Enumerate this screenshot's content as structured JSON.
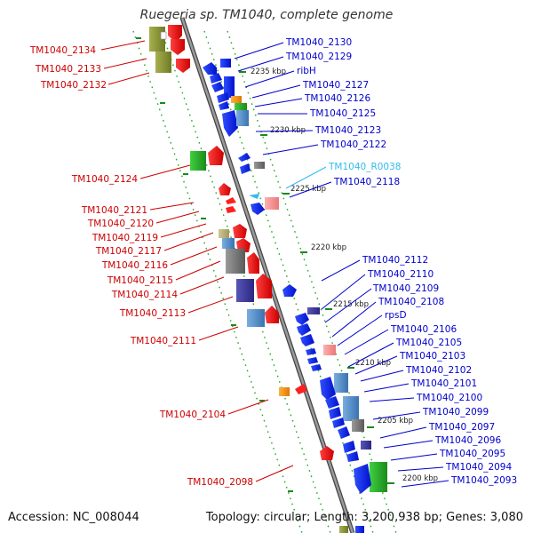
{
  "title": "Ruegeria sp. TM1040, complete genome",
  "footer": {
    "accession": "Accession: NC_008044",
    "topology": "Topology: circular; Length: 3,200,938 bp; Genes: 3,080"
  },
  "ticks": [
    "2235 kbp",
    "2230 kbp",
    "2225 kbp",
    "2220 kbp",
    "2215 kbp",
    "2210 kbp",
    "2205 kbp",
    "2200 kbp"
  ],
  "labels_left": [
    "TM1040_2134",
    "TM1040_2133",
    "TM1040_2132",
    "TM1040_2124",
    "TM1040_2121",
    "TM1040_2120",
    "TM1040_2119",
    "TM1040_2117",
    "TM1040_2116",
    "TM1040_2115",
    "TM1040_2114",
    "TM1040_2113",
    "TM1040_2111",
    "TM1040_2104",
    "TM1040_2098"
  ],
  "labels_right": [
    "TM1040_2130",
    "TM1040_2129",
    "ribH",
    "TM1040_2127",
    "TM1040_2126",
    "TM1040_2125",
    "TM1040_2123",
    "TM1040_2122",
    "TM1040_R0038",
    "TM1040_2118",
    "TM1040_2112",
    "TM1040_2110",
    "TM1040_2109",
    "TM1040_2108",
    "rpsD",
    "TM1040_2106",
    "TM1040_2105",
    "TM1040_2103",
    "TM1040_2102",
    "TM1040_2101",
    "TM1040_2100",
    "TM1040_2099",
    "TM1040_2097",
    "TM1040_2096",
    "TM1040_2095",
    "TM1040_2094",
    "TM1040_2093"
  ],
  "colors": {
    "left_label": "#cc0000",
    "right_label": "#0000cc",
    "rna_label": "#33bbee",
    "backbone": "#888888",
    "track_dots": "#22aa22"
  }
}
